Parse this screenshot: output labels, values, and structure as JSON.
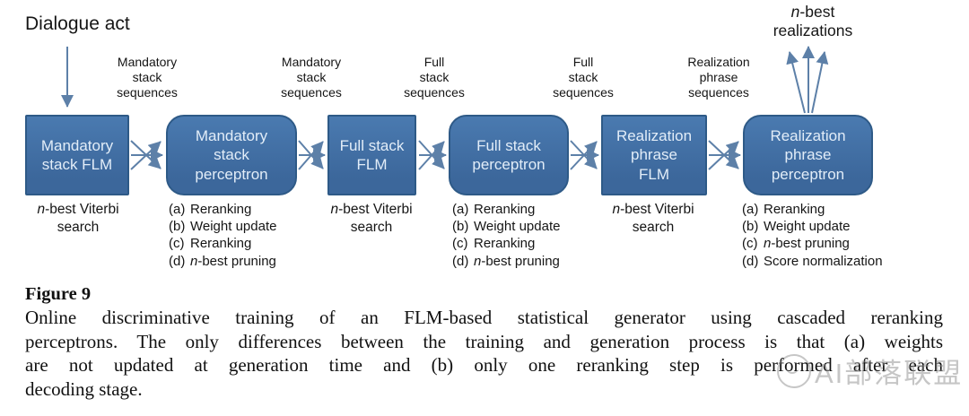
{
  "colors": {
    "box_fill_top": "#4a7ab0",
    "box_fill_bottom": "#3c679b",
    "box_border": "#2e5a87",
    "arrow": "#5d80a8",
    "ink": "#151515",
    "box_text": "#e2edf8",
    "watermark": "#8f8f8f"
  },
  "diagram": {
    "input_label": "Dialogue act",
    "output_label": {
      "it": "n",
      "rest": "-best",
      "line2": "realizations"
    },
    "stage_labels": [
      {
        "l1": "Mandatory",
        "l2": "stack",
        "l3": "sequences"
      },
      {
        "l1": "Mandatory",
        "l2": "stack",
        "l3": "sequences"
      },
      {
        "l1": "Full",
        "l2": "stack",
        "l3": "sequences"
      },
      {
        "l1": "Full",
        "l2": "stack",
        "l3": "sequences"
      },
      {
        "l1": "Realization",
        "l2": "phrase",
        "l3": "sequences"
      }
    ],
    "boxes": [
      {
        "l1": "Mandatory",
        "l2": "stack FLM"
      },
      {
        "l1": "Mandatory",
        "l2": "stack",
        "l3": "perceptron"
      },
      {
        "l1": "Full stack",
        "l2": "FLM"
      },
      {
        "l1": "Full stack",
        "l2": "perceptron"
      },
      {
        "l1": "Realization",
        "l2": "phrase",
        "l3": "FLM"
      },
      {
        "l1": "Realization",
        "l2": "phrase",
        "l3": "perceptron"
      }
    ],
    "viterbi_note": {
      "it": "n",
      "rest": "-best Viterbi",
      "line2": "search"
    },
    "steps_mid": [
      {
        "tag": "(a)",
        "it": "",
        "text": "Reranking"
      },
      {
        "tag": "(b)",
        "it": "",
        "text": "Weight update"
      },
      {
        "tag": "(c)",
        "it": "",
        "text": "Reranking"
      },
      {
        "tag": "(d)",
        "it": "n",
        "text": "-best pruning"
      }
    ],
    "steps_final": [
      {
        "tag": "(a)",
        "it": "",
        "text": "Reranking"
      },
      {
        "tag": "(b)",
        "it": "",
        "text": "Weight update"
      },
      {
        "tag": "(c)",
        "it": "n",
        "text": "-best pruning"
      },
      {
        "tag": "(d)",
        "it": "",
        "text": "Score normalization"
      }
    ]
  },
  "caption": {
    "heading": "Figure 9",
    "line1": "Online discriminative training of an FLM-based statistical generator using cascaded reranking",
    "line2": "perceptrons. The only differences between the training and generation process is that (a) weights",
    "line3": "are not updated at generation time and (b) only one reranking step is performed after each",
    "line4": "decoding stage."
  },
  "watermark": {
    "text": "AI部落联盟"
  }
}
